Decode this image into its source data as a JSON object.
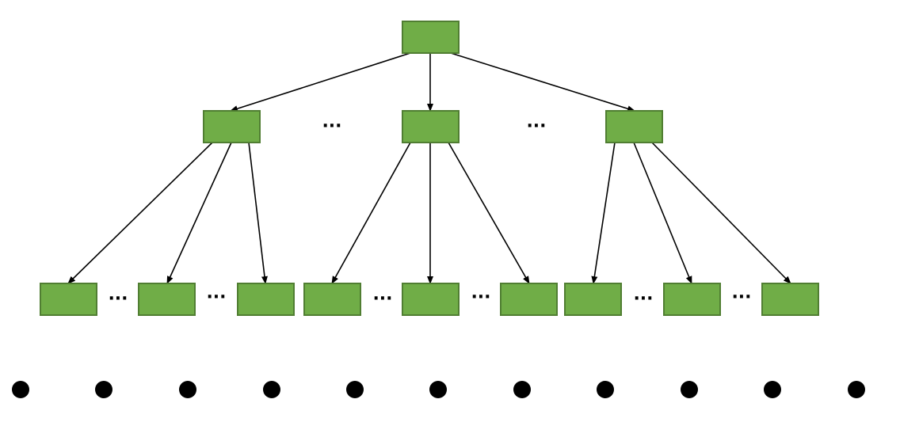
{
  "diagram": {
    "type": "tree",
    "colors": {
      "node_fill": "#70ad47",
      "node_stroke": "#507e32",
      "edge": "#000000",
      "dot": "#000000"
    },
    "ellipsis_text": "···",
    "root": {
      "id": "root",
      "label": ""
    },
    "level1": [
      {
        "id": "l1-a",
        "label": "",
        "children": [
          "l2-1",
          "l2-2",
          "l2-3"
        ]
      },
      {
        "id": "l1-b",
        "label": "",
        "children": [
          "l2-4",
          "l2-5",
          "l2-6"
        ]
      },
      {
        "id": "l1-c",
        "label": "",
        "children": [
          "l2-7",
          "l2-8",
          "l2-9"
        ]
      }
    ],
    "level1_gaps": [
      "···",
      "···"
    ],
    "level2": [
      {
        "id": "l2-1",
        "label": ""
      },
      {
        "id": "l2-2",
        "label": ""
      },
      {
        "id": "l2-3",
        "label": ""
      },
      {
        "id": "l2-4",
        "label": ""
      },
      {
        "id": "l2-5",
        "label": ""
      },
      {
        "id": "l2-6",
        "label": ""
      },
      {
        "id": "l2-7",
        "label": ""
      },
      {
        "id": "l2-8",
        "label": ""
      },
      {
        "id": "l2-9",
        "label": ""
      }
    ],
    "level2_gaps": [
      "···",
      "···",
      "···",
      "···",
      "···",
      "···"
    ],
    "continuation_dot_count": 11
  }
}
